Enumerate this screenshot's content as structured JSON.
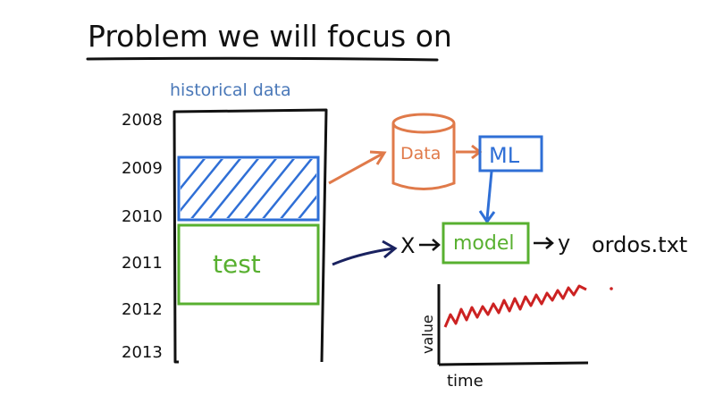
{
  "title": "Problem we will focus on",
  "data_label": "historical data",
  "years": [
    "2008",
    "2009",
    "2010",
    "2011",
    "2012",
    "2013"
  ],
  "test_label": "test",
  "data_store_label": "Data",
  "ml_label": "ML",
  "x_label": "X",
  "model_label": "model",
  "y_label": "y",
  "file_label": "ordos.txt",
  "mini_chart": {
    "ylabel": "value",
    "xlabel": "time"
  },
  "colors": {
    "ink": "#111111",
    "blue": "#2f6fd6",
    "blue_label": "#4a78b8",
    "green": "#58b030",
    "orange": "#e07a4a",
    "red": "#cc2222"
  }
}
